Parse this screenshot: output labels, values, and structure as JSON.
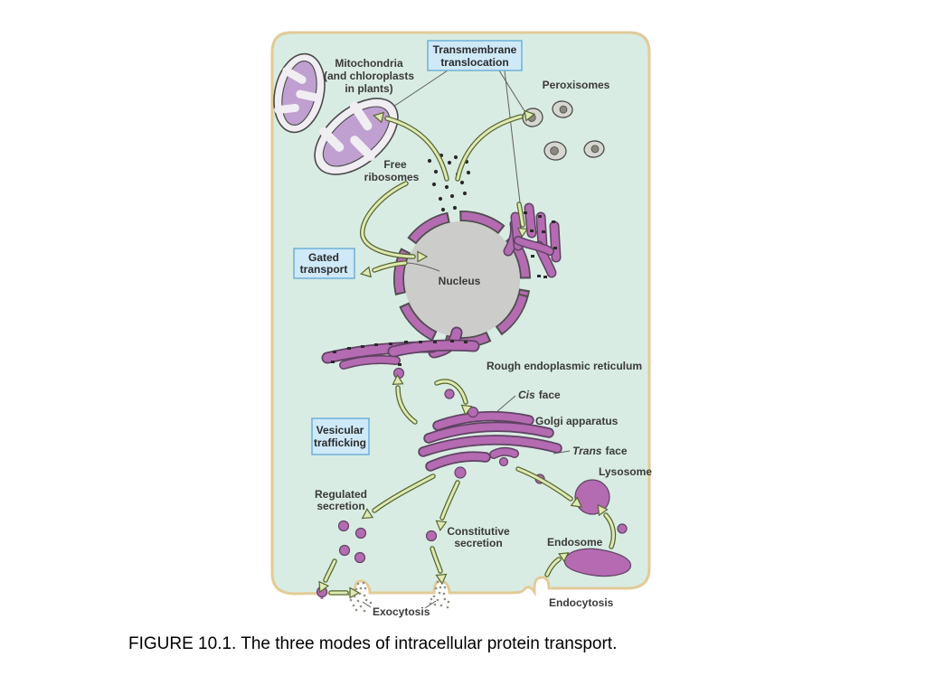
{
  "figure": {
    "caption": "FIGURE 10.1. The three modes of intracellular protein transport."
  },
  "boxes": {
    "transmembrane": {
      "line1": "Transmembrane",
      "line2": "translocation"
    },
    "gated": {
      "line1": "Gated",
      "line2": "transport"
    },
    "vesicular": {
      "line1": "Vesicular",
      "line2": "trafficking"
    }
  },
  "labels": {
    "mitochondria": {
      "line1": "Mitochondria",
      "line2": "(and chloroplasts",
      "line3": "in plants)"
    },
    "peroxisomes": "Peroxisomes",
    "free_ribosomes": {
      "line1": "Free",
      "line2": "ribosomes"
    },
    "nucleus": "Nucleus",
    "rough_er": "Rough endoplasmic reticulum",
    "cis_face": {
      "italic": "Cis",
      "rest": "face"
    },
    "golgi": "Golgi apparatus",
    "trans_face": {
      "italic": "Trans",
      "rest": "face"
    },
    "lysosome": "Lysosome",
    "regulated": {
      "line1": "Regulated",
      "line2": "secretion"
    },
    "constitutive": {
      "line1": "Constitutive",
      "line2": "secretion"
    },
    "endosome": "Endosome",
    "endocytosis": "Endocytosis",
    "exocytosis": "Exocytosis"
  },
  "colors": {
    "panel_background": "#d9ece3",
    "panel_border": "#e2cb98",
    "organelle_purple": "#b46bb1",
    "mitochondria_inner": "#c0a0d0",
    "nucleus_gray": "#ccccca",
    "label_box_fill": "#cfe9f8",
    "label_box_border": "#6fb0d8",
    "arrow_fill": "#dfe9b4",
    "arrow_outline": "#55662e",
    "label_text": "#3a3a3a"
  }
}
